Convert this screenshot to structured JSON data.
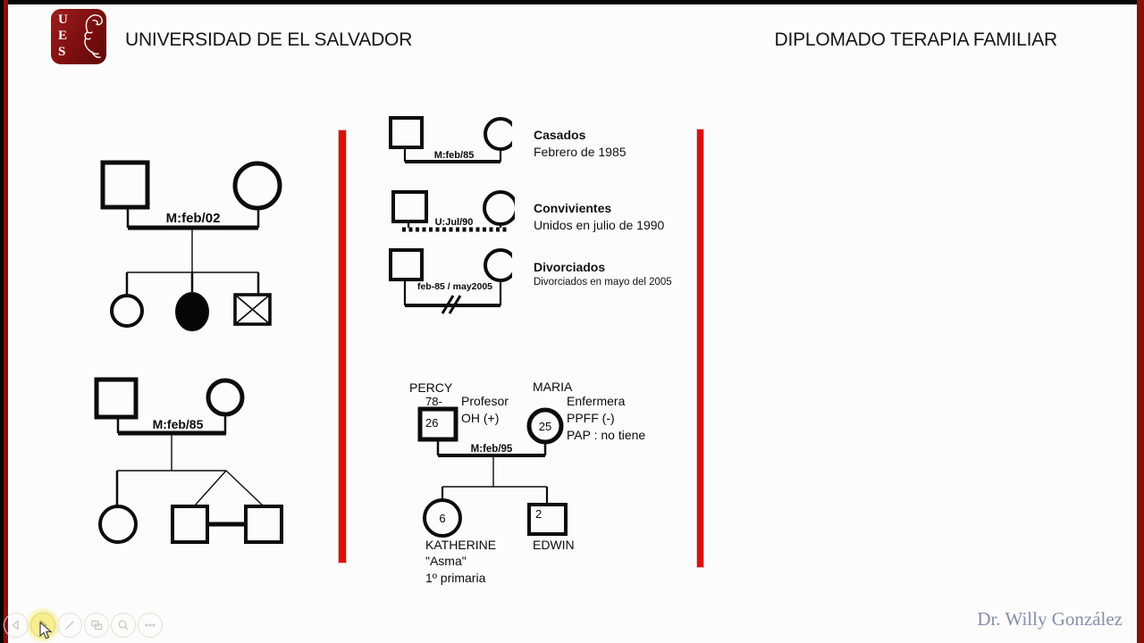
{
  "header": {
    "logo_letters": {
      "l1": "U",
      "l2": "E",
      "l3": "S"
    },
    "title_left": "UNIVERSIDAD DE EL SALVADOR",
    "title_right": "DIPLOMADO TERAPIA FAMILIAR"
  },
  "genograms": {
    "family1": {
      "marriage_label": "M:feb/02"
    },
    "family2": {
      "marriage_label": "M:feb/85"
    }
  },
  "legend": {
    "rows": [
      {
        "union_label": "M:feb/85",
        "title": "Casados",
        "subtitle": "Febrero de 1985"
      },
      {
        "union_label": "U:Jul/90",
        "title": "Convivientes",
        "subtitle": "Unidos en julio de 1990"
      },
      {
        "union_label": "feb-85 / may2005",
        "title": "Divorciados",
        "subtitle": "Divorciados en mayo del 2005"
      }
    ]
  },
  "family_example": {
    "father": {
      "name": "PERCY",
      "birth": "78-",
      "age": "26",
      "occupation": "Profesor",
      "note": "OH (+)"
    },
    "mother": {
      "name": "MARIA",
      "age": "25",
      "occupation": "Enfermera",
      "note1": "PPFF (-)",
      "note2": "PAP : no tiene"
    },
    "marriage_label": "M:feb/95",
    "children": [
      {
        "name": "KATHERINE",
        "age": "6",
        "note1": "\"Asma\"",
        "note2": "1º primaria"
      },
      {
        "name": "EDWIN",
        "age": "2"
      }
    ]
  },
  "signature": "Dr. Willy González",
  "colors": {
    "accent_red": "#da1010",
    "frame_maroon": "#8c0d0d",
    "logo_red": "#7c0f0f",
    "signature_text": "#868fa9",
    "highlight_yellow": "#f6ee8a"
  }
}
